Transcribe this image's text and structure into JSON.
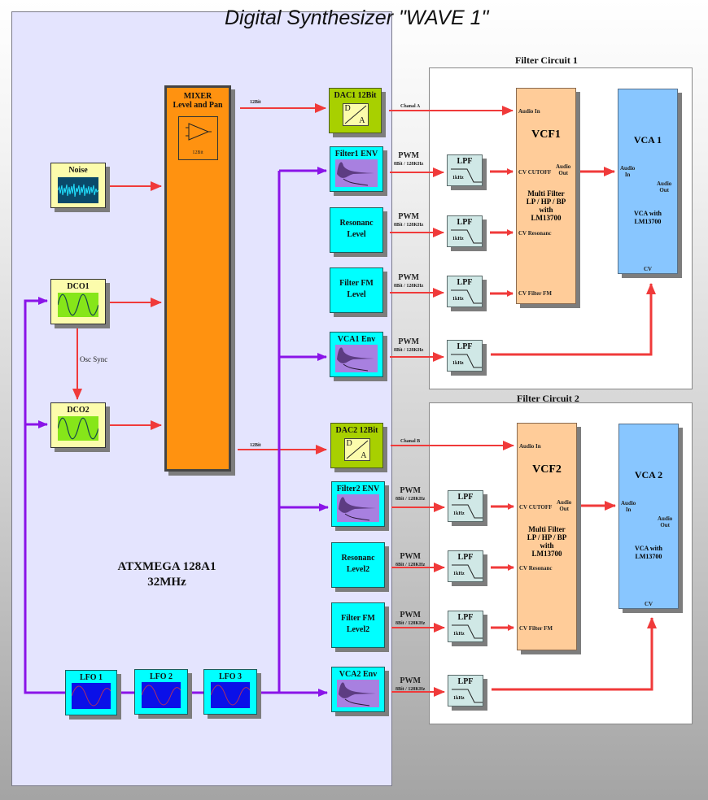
{
  "title": "Digital Synthesizer \"WAVE 1\"",
  "colors": {
    "signal_red": "#f03a3a",
    "control_purple": "#8a14e8",
    "mcu_background": "#e4e4fe",
    "mixer_orange": "#ff9210",
    "source_yellow": "#fcfcac",
    "envelope_cyan": "#00ffff",
    "dac_green": "#a8d000",
    "vcf_peach": "#ffcc99",
    "vca_blue": "#88c6ff"
  },
  "mcu": {
    "name": "ATXMEGA 128A1",
    "clock": "32MHz"
  },
  "sources": {
    "noise": "Noise",
    "dco1": "DCO1",
    "dco2": "DCO2",
    "osc_sync": "Osc Sync"
  },
  "mixer": {
    "title": "MIXER",
    "subtitle": "Level and Pan",
    "amp_label": "12Bit",
    "out_label_a": "12Bit",
    "out_label_b": "12Bit"
  },
  "lfos": [
    "LFO 1",
    "LFO 2",
    "LFO 3"
  ],
  "dacs": [
    {
      "label": "DAC1 12Bit",
      "d": "D",
      "a": "A",
      "channel": "Chanal A"
    },
    {
      "label": "DAC2 12Bit",
      "d": "D",
      "a": "A",
      "channel": "Chanal B"
    }
  ],
  "controls_1": [
    {
      "label": "Filter1 ENV",
      "type": "envelope"
    },
    {
      "label_line1": "Resonanc",
      "label_line2": "Level",
      "type": "level"
    },
    {
      "label_line1": "Filter FM",
      "label_line2": "Level",
      "type": "level"
    },
    {
      "label": "VCA1 Env",
      "type": "envelope"
    }
  ],
  "controls_2": [
    {
      "label": "Filter2 ENV",
      "type": "envelope"
    },
    {
      "label_line1": "Resonanc",
      "label_line2": "Level2",
      "type": "level"
    },
    {
      "label_line1": "Filter FM",
      "label_line2": "Level2",
      "type": "level"
    },
    {
      "label": "VCA2 Env",
      "type": "envelope"
    }
  ],
  "pwm": {
    "label": "PWM",
    "spec": "8Bit / 128KHz"
  },
  "lpf": {
    "label": "LPF",
    "cutoff": "1kHz"
  },
  "filter_circuits": [
    {
      "title": "Filter Circuit 1",
      "vcf": {
        "name": "VCF1",
        "audio_in": "Audio In",
        "cv_cutoff": "CV CUTOFF",
        "audio_out_1": "Audio",
        "audio_out_2": "Out",
        "desc": [
          "Multi Filter",
          "LP / HP / BP",
          "with",
          "LM13700"
        ],
        "cv_resonance": "CV Resonanc",
        "cv_filter_fm": "CV Filter FM"
      },
      "vca": {
        "name": "VCA 1",
        "audio_in_1": "Audio",
        "audio_in_2": "In",
        "audio_out_1": "Audio",
        "audio_out_2": "Out",
        "desc": [
          "VCA with",
          "LM13700"
        ],
        "cv": "CV"
      }
    },
    {
      "title": "Filter Circuit 2",
      "vcf": {
        "name": "VCF2",
        "audio_in": "Audio In",
        "cv_cutoff": "CV CUTOFF",
        "audio_out_1": "Audio",
        "audio_out_2": "Out",
        "desc": [
          "Multi Filter",
          "LP / HP / BP",
          "with",
          "LM13700"
        ],
        "cv_resonance": "CV Resonanc",
        "cv_filter_fm": "CV Filter FM"
      },
      "vca": {
        "name": "VCA 2",
        "audio_in_1": "Audio",
        "audio_in_2": "In",
        "audio_out_1": "Audio",
        "audio_out_2": "Out",
        "desc": [
          "VCA with",
          "LM13700"
        ],
        "cv": "CV"
      }
    }
  ]
}
